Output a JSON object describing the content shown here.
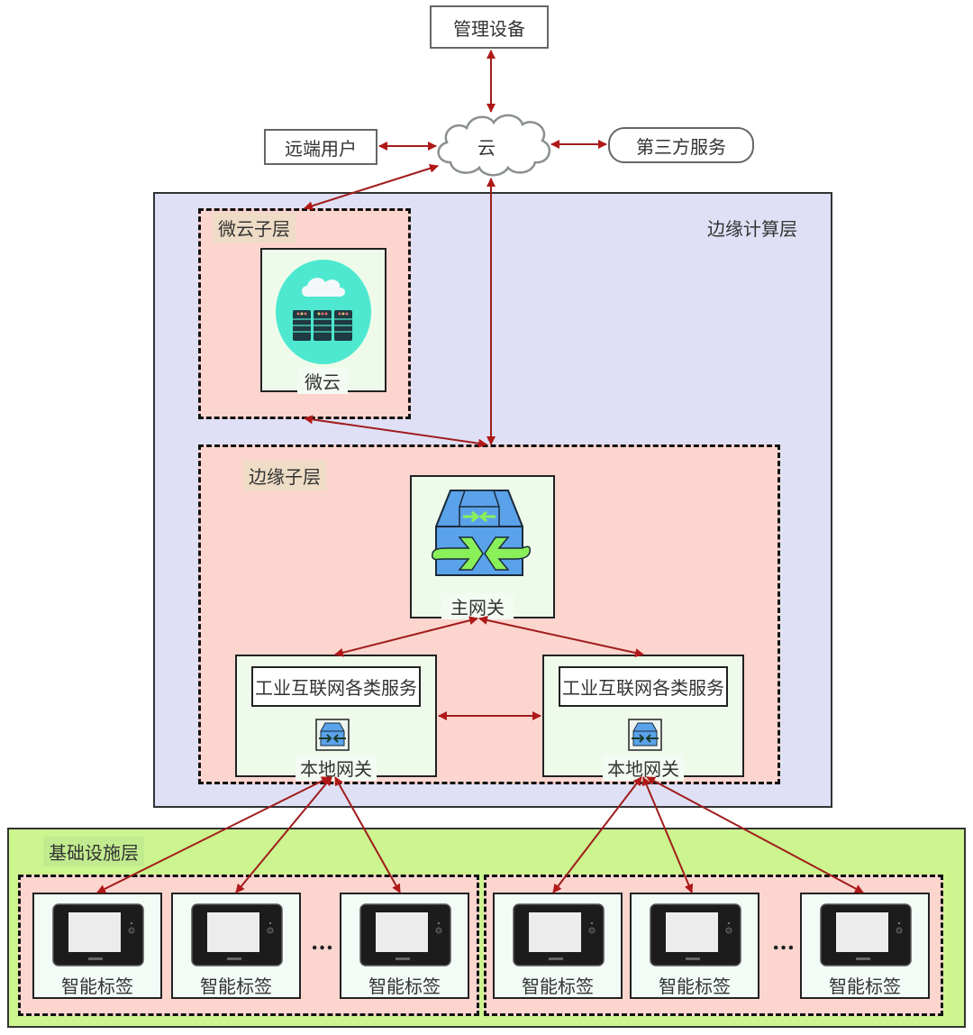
{
  "top": {
    "management": "管理设备",
    "remote_user": "远端用户",
    "cloud": "云",
    "third_party": "第三方服务"
  },
  "edge_layer": {
    "title": "边缘计算层",
    "microcloud_sublayer": {
      "title": "微云子层",
      "node_label": "微云"
    },
    "edge_sublayer": {
      "title": "边缘子层",
      "main_gateway": "主网关",
      "local_nodes": [
        {
          "service": "工业互联网各类服务",
          "gateway": "本地网关"
        },
        {
          "service": "工业互联网各类服务",
          "gateway": "本地网关"
        }
      ]
    }
  },
  "infra_layer": {
    "title": "基础设施层",
    "groups": [
      {
        "devices": [
          "智能标签",
          "智能标签",
          "智能标签"
        ],
        "ellipsis": "..."
      },
      {
        "devices": [
          "智能标签",
          "智能标签",
          "智能标签"
        ],
        "ellipsis": "..."
      }
    ]
  },
  "colors": {
    "arrow": "#b01818",
    "edge_layer_bg": "#dfe0f5",
    "sublayer_bg": "#fcd5cf",
    "infra_bg": "#ccf58f",
    "cloud_icon_bg": "#4ee8d0",
    "gateway_blue": "#5aa2ea",
    "gateway_arrow_green": "#8af05a"
  }
}
